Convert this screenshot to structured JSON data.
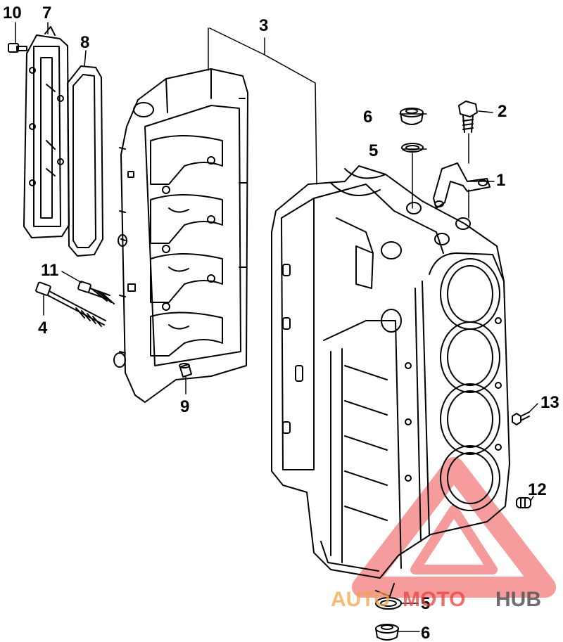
{
  "callouts": {
    "c1": "1",
    "c2": "2",
    "c3": "3",
    "c4": "4",
    "c5_top": "5",
    "c5_bottom": "5",
    "c6_top": "6",
    "c6_bottom": "6",
    "c7": "7",
    "c8": "8",
    "c9": "9",
    "c10": "10",
    "c11": "11",
    "c12": "12",
    "c13": "13"
  },
  "watermark": {
    "part_a": "AUTO",
    "part_b": "MOTO",
    "part_c": "HUB",
    "colors": {
      "a": "#f4a34a",
      "b": "#e8403e",
      "c": "#555555"
    }
  },
  "colors": {
    "line": "#000000",
    "background": "#ffffff"
  }
}
